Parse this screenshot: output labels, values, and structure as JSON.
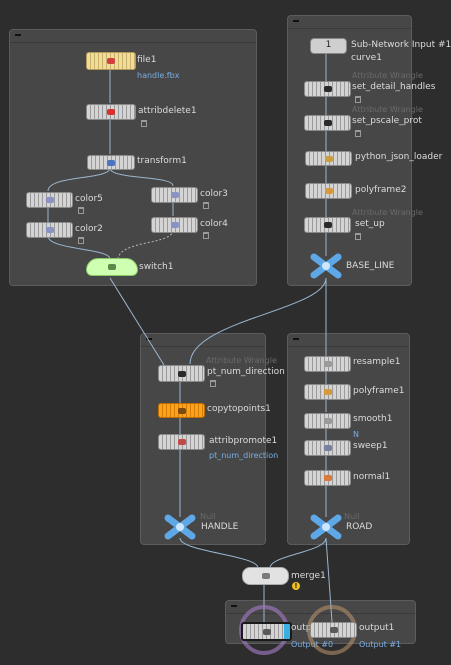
{
  "network_boxes": [
    {
      "id": "left-box"
    },
    {
      "id": "top-right-box"
    },
    {
      "id": "mid-left-box"
    },
    {
      "id": "mid-right-box"
    },
    {
      "id": "output-box"
    }
  ],
  "nodes": {
    "file1": {
      "name": "file1",
      "param": "handle.fbx"
    },
    "attribdelete1": {
      "name": "attribdelete1"
    },
    "transform1": {
      "name": "transform1"
    },
    "color5": {
      "name": "color5"
    },
    "color2": {
      "name": "color2"
    },
    "color3": {
      "name": "color3"
    },
    "color4": {
      "name": "color4"
    },
    "switch1": {
      "name": "switch1"
    },
    "subnet_input": {
      "name": "Sub-Network Input #1",
      "value": "1"
    },
    "curve1": {
      "name": "curve1"
    },
    "set_detail_handles": {
      "name": "set_detail_handles",
      "type_hint": "Attribute Wrangle"
    },
    "set_pscale_prot": {
      "name": "set_pscale_prot",
      "type_hint": "Attribute Wrangle"
    },
    "python_json_loader": {
      "name": "python_json_loader"
    },
    "polyframe2": {
      "name": "polyframe2"
    },
    "set_up": {
      "name": "set_up",
      "type_hint": "Attribute Wrangle"
    },
    "base_line": {
      "name": "BASE_LINE"
    },
    "pt_num_direction": {
      "name": "pt_num_direction",
      "type_hint": "Attribute Wrangle"
    },
    "copytopoints1": {
      "name": "copytopoints1"
    },
    "attribpromote1": {
      "name": "attribpromote1",
      "param": "pt_num_direction"
    },
    "handle": {
      "name": "HANDLE",
      "type_hint": "Null"
    },
    "resample1": {
      "name": "resample1"
    },
    "polyframe1": {
      "name": "polyframe1"
    },
    "smooth1": {
      "name": "smooth1",
      "param": "N"
    },
    "sweep1": {
      "name": "sweep1"
    },
    "normal1": {
      "name": "normal1"
    },
    "road": {
      "name": "ROAD",
      "type_hint": "Null"
    },
    "merge1": {
      "name": "merge1",
      "warning": "!"
    },
    "output0": {
      "name": "output0",
      "param": "Output #0"
    },
    "output1": {
      "name": "output1",
      "param": "Output #1"
    }
  },
  "colors": {
    "canvas": "#2d2d2d",
    "box": "#474747",
    "wire": "#9bb6cf",
    "label": "#dcdcdc",
    "param": "#7aaee6",
    "node_default": "#d4d4d4",
    "node_file": "#f2dd93",
    "node_copy": "#ffa21a",
    "node_switch": "#cfffb0",
    "node_null": "#5fa8e8"
  },
  "icons": {
    "file1": "file-icon",
    "attribdelete1": "attrib-delete-icon",
    "transform1": "transform-icon",
    "color": "color-icon",
    "switch1": "switch-icon",
    "wrangle": "wrangle-icon",
    "python": "python-icon",
    "polyframe": "polyframe-icon",
    "null": "null-cross-icon",
    "copytopoints1": "copy-to-points-icon",
    "attribpromote1": "attrib-promote-icon",
    "resample1": "resample-icon",
    "smooth1": "smooth-icon",
    "sweep1": "sweep-icon",
    "normal1": "normal-icon",
    "merge1": "merge-icon",
    "output": "output-icon"
  }
}
